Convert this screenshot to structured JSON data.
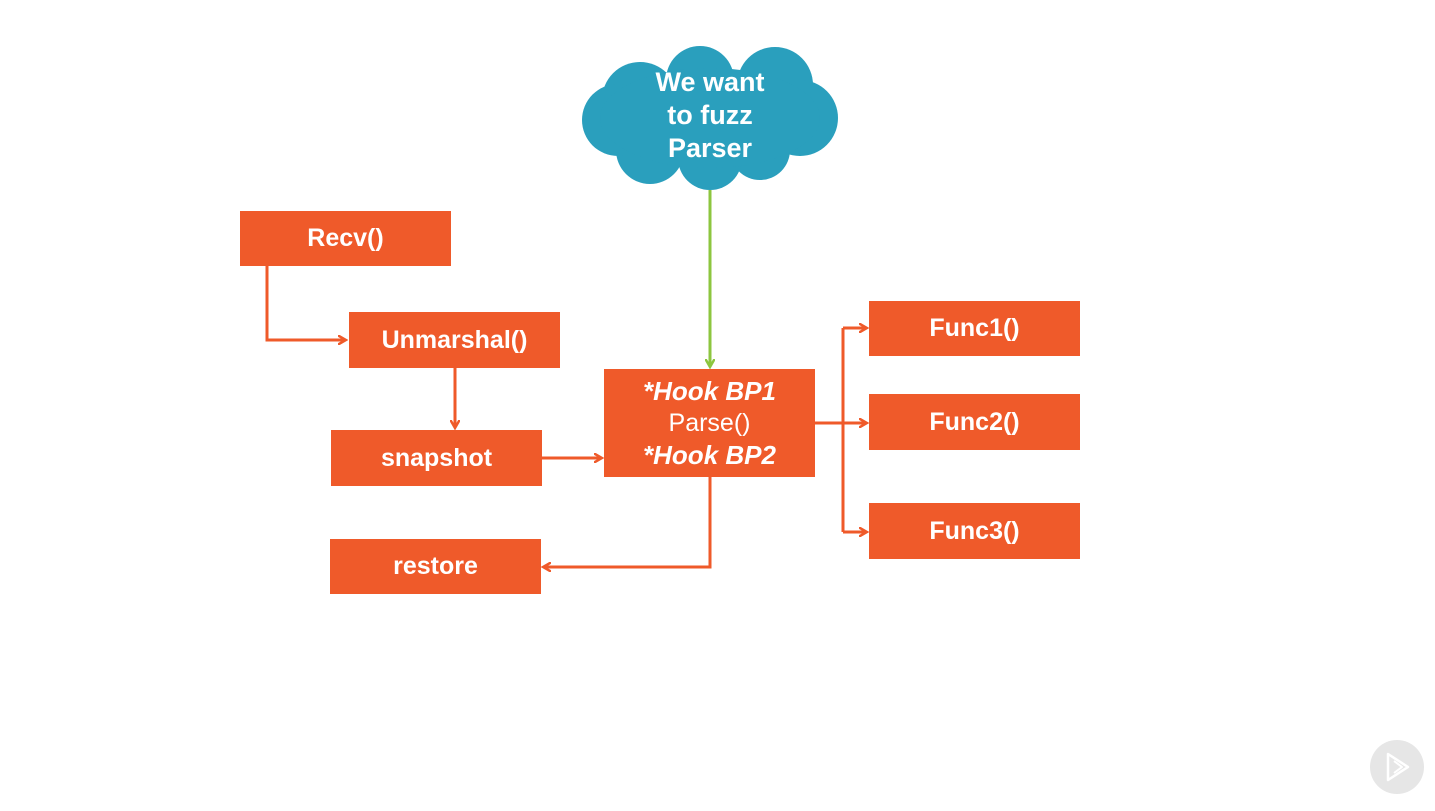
{
  "cloud": {
    "line1": "We want",
    "line2": "to fuzz",
    "line3": "Parser"
  },
  "boxes": {
    "recv": "Recv()",
    "unmarshal": "Unmarshal()",
    "snapshot": "snapshot",
    "restore": "restore",
    "parse": {
      "hook1": "*Hook BP1",
      "label": "Parse()",
      "hook2": "*Hook BP2"
    },
    "func1": "Func1()",
    "func2": "Func2()",
    "func3": "Func3()"
  },
  "colors": {
    "box": "#ef5a2a",
    "cloud": "#2a9fbd",
    "pointer": "#8dc63f"
  },
  "icons": {
    "player": "play-icon"
  }
}
